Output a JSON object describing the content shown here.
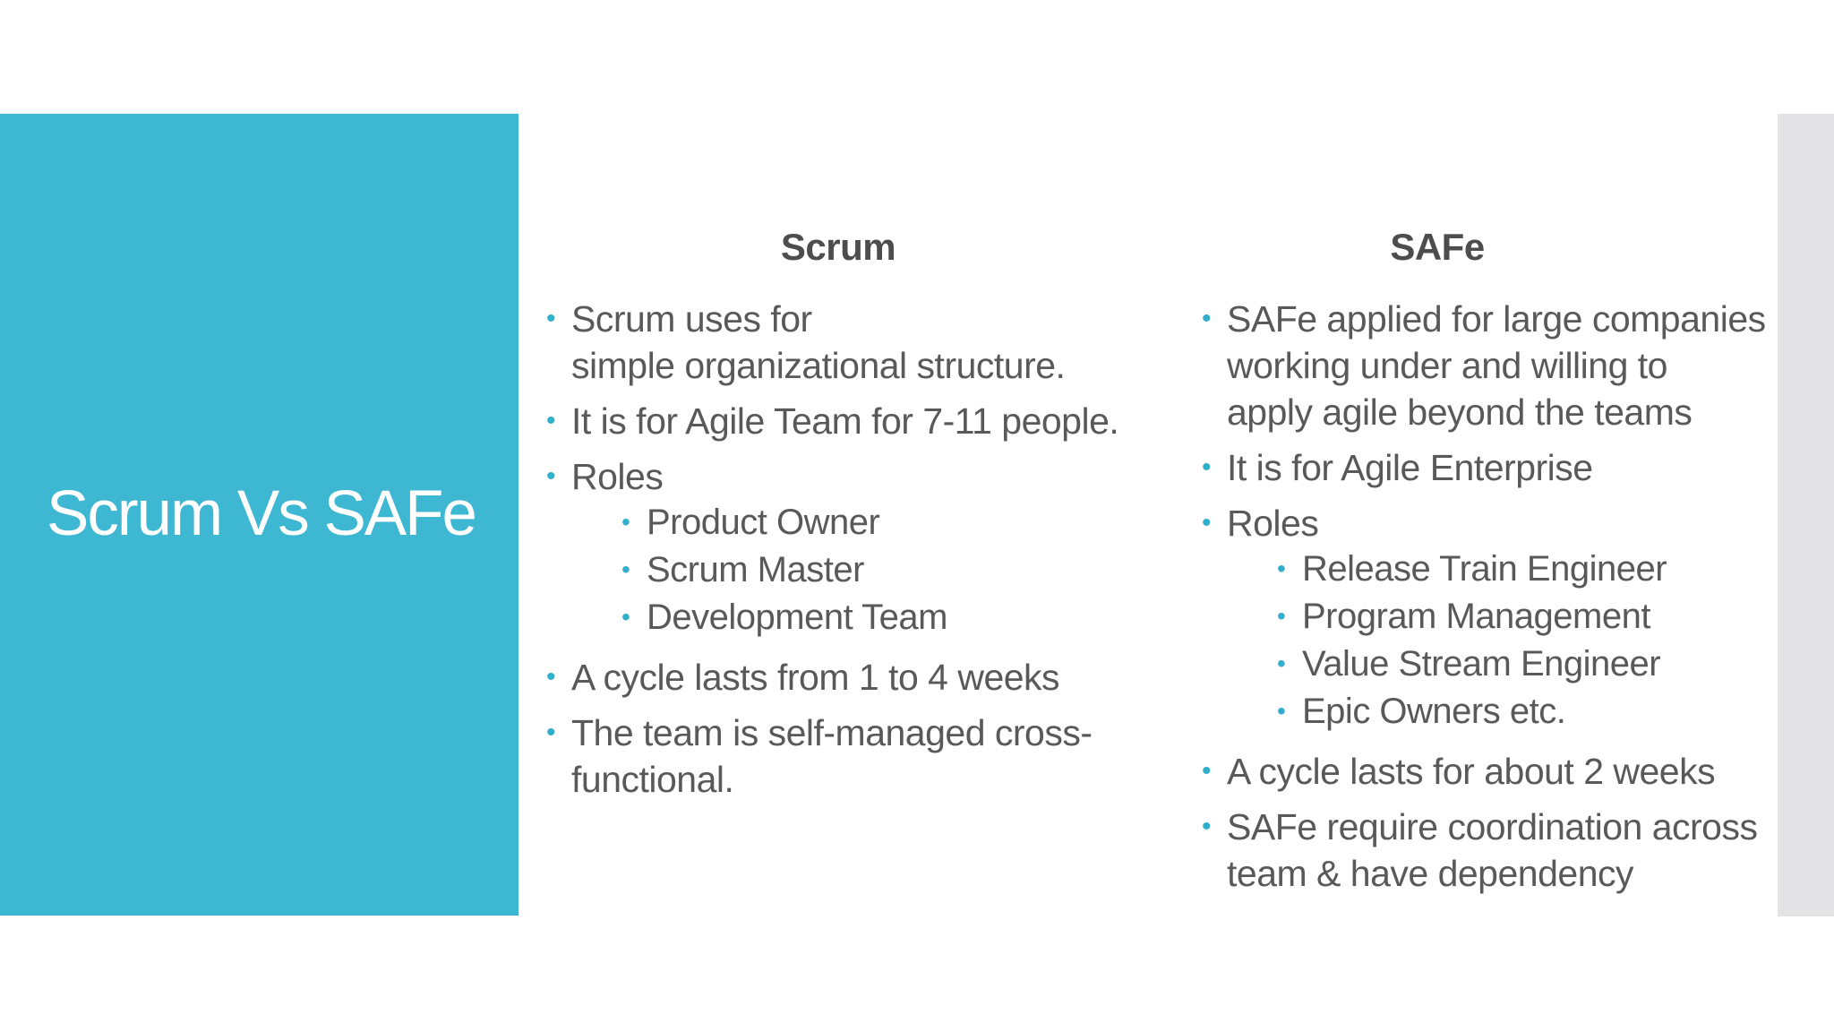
{
  "slide": {
    "title": "Scrum Vs SAFe",
    "colors": {
      "accent": "#3EB7D2",
      "bullet_dot": "#31AECB",
      "body_text": "#595959",
      "header_text": "#4D4D4D",
      "edge_strip": "#E3E3E5",
      "background": "#FFFFFF",
      "title_text": "#FFFFFF"
    },
    "bullet_glyph": "•",
    "columns": [
      {
        "header": "Scrum",
        "items": [
          {
            "level": 1,
            "text": "Scrum uses for\nsimple organizational structure."
          },
          {
            "level": 1,
            "text": "It is for Agile Team for 7-11 people."
          },
          {
            "level": 1,
            "text": "Roles"
          },
          {
            "level": 2,
            "text": "Product Owner"
          },
          {
            "level": 2,
            "text": "Scrum Master"
          },
          {
            "level": 2,
            "text": "Development Team"
          },
          {
            "level": 1,
            "text": "A cycle lasts from 1 to 4 weeks"
          },
          {
            "level": 1,
            "text": "The team is self-managed cross-\nfunctional."
          }
        ]
      },
      {
        "header": "SAFe",
        "items": [
          {
            "level": 1,
            "text": "SAFe applied for large companies\nworking under and willing to\napply agile beyond the teams"
          },
          {
            "level": 1,
            "text": "It is for Agile Enterprise"
          },
          {
            "level": 1,
            "text": "Roles"
          },
          {
            "level": 2,
            "text": "Release Train Engineer"
          },
          {
            "level": 2,
            "text": "Program Management"
          },
          {
            "level": 2,
            "text": "Value Stream Engineer"
          },
          {
            "level": 2,
            "text": "Epic Owners etc."
          },
          {
            "level": 1,
            "text": "A cycle lasts for about 2 weeks"
          },
          {
            "level": 1,
            "text": "SAFe require coordination across\nteam & have dependency"
          }
        ]
      }
    ]
  }
}
